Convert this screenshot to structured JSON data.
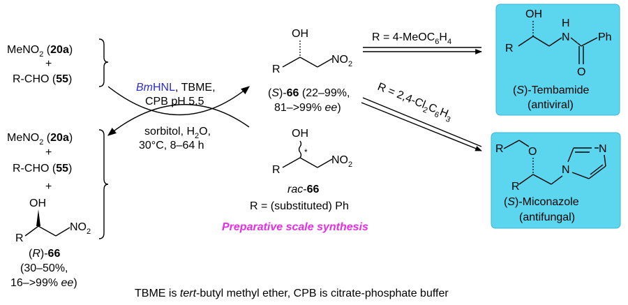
{
  "left_top": {
    "line1_prefix": "MeNO",
    "line1_sub": "2",
    "line1_open": " (",
    "line1_bold": "20a",
    "line1_close": ")",
    "plus": "+",
    "line3_prefix": "R-CHO (",
    "line3_bold": "55",
    "line3_close": ")"
  },
  "left_bottom": {
    "line1_prefix": "MeNO",
    "line1_sub": "2",
    "line1_open": " (",
    "line1_bold": "20a",
    "line1_close": ")",
    "plus1": "+",
    "line3_prefix": "R-CHO (",
    "line3_bold": "55",
    "line3_close": ")",
    "plus2": "+",
    "oh": "OH",
    "r": "R",
    "no2_prefix": "NO",
    "no2_sub": "2",
    "name_open": "(",
    "name_italic": "R",
    "name_mid": ")-",
    "name_bold": "66",
    "yield": "(30–50%,",
    "ee_prefix": "16–>99% ",
    "ee_italic": "ee",
    "ee_close": ")"
  },
  "forward_conditions": {
    "enzyme_italic": "Bm",
    "enzyme_rest": "HNL",
    "solvent": ", TBME,",
    "buffer": "CPB pH 5.5"
  },
  "reverse_conditions": {
    "line1_prefix": "sorbitol, H",
    "line1_sub": "2",
    "line1_suffix": "O,",
    "line2": "30°C, 8–64 h"
  },
  "product_s": {
    "oh": "OH",
    "r": "R",
    "no2_prefix": "NO",
    "no2_sub": "2",
    "name_open": "(",
    "name_italic": "S",
    "name_mid": ")-",
    "name_bold": "66",
    "yield": " (22–99%,",
    "ee_prefix": "81–>99% ",
    "ee_italic": "ee",
    "ee_close": ")"
  },
  "racemate": {
    "oh": "OH",
    "star": "*",
    "r": "R",
    "no2_prefix": "NO",
    "no2_sub": "2",
    "name_italic": "rac",
    "name_mid": "-",
    "name_bold": "66",
    "r_def": "R = (substituted) Ph"
  },
  "preparative_label": "Preparative scale synthesis",
  "arrow_tembamide": {
    "prefix": "R = 4-MeOC",
    "sub1": "6",
    "mid": "H",
    "sub2": "4"
  },
  "arrow_miconazole": {
    "prefix": "R = 2,4-Cl",
    "sub1": "2",
    "mid": "C",
    "sub2": "6",
    "mid2": "H",
    "sub3": "3"
  },
  "tembamide": {
    "oh": "OH",
    "nh": "H",
    "n": "N",
    "ph": "Ph",
    "o": "O",
    "r": "R",
    "name_open": "(",
    "name_italic": "S",
    "name_rest": ")-Tembamide",
    "activity": "(antiviral)"
  },
  "miconazole": {
    "r_top": "R",
    "o": "O",
    "n_top": "N",
    "n_ring": "N",
    "r": "R",
    "name_open": "(",
    "name_italic": "S",
    "name_rest": ")-Miconazole",
    "activity": "(antifungal)"
  },
  "footnote": {
    "p1": "TBME is ",
    "p2_italic": "tert",
    "p3": "-butyl methyl ether, CPB is citrate-phosphate buffer"
  },
  "colors": {
    "box_fill": "#5cd6ee",
    "enzyme_blue": "#2b2bd6",
    "label_magenta": "#e62ee6"
  }
}
